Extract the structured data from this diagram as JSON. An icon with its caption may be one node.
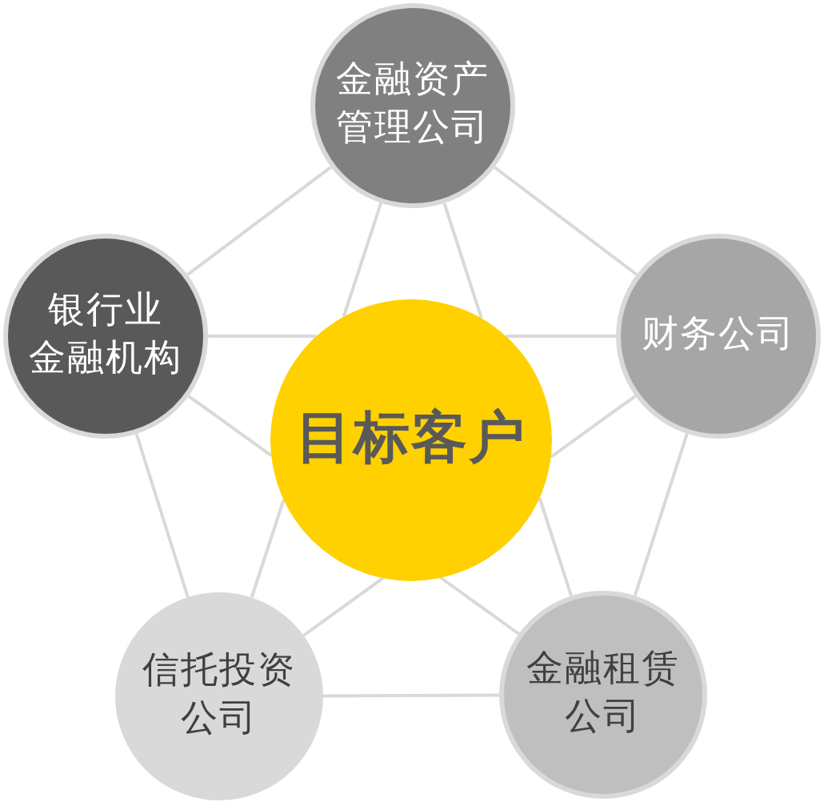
{
  "diagram": {
    "nodes": [
      {
        "text": [
          "金融资产管理公司"
        ]
      },
      {
        "text": [
          "银行业金融机构"
        ]
      },
      {
        "text": [
          "财务公司"
        ]
      },
      {
        "text": [
          "目标客户"
        ]
      },
      {
        "text": [
          "信托投资公司"
        ]
      },
      {
        "text": [
          "金融租赁公司"
        ]
      }
    ],
    "edges": [
      {
        "from": 0,
        "to": 1,
        "arrow": "none"
      },
      {
        "from": 0,
        "to": 2,
        "arrow": "none"
      },
      {
        "from": 0,
        "to": 3,
        "arrow": "none"
      },
      {
        "from": 0,
        "to": 3,
        "arrow": "none"
      },
      {
        "from": 1,
        "to": 3,
        "arrow": "none"
      },
      {
        "from": 1,
        "to": 4,
        "arrow": "none"
      },
      {
        "from": 1,
        "to": 3,
        "arrow": "none"
      },
      {
        "from": 2,
        "to": 3,
        "arrow": "none"
      },
      {
        "from": 2,
        "to": 3,
        "arrow": "none"
      },
      {
        "from": 2,
        "to": 5,
        "arrow": "none"
      },
      {
        "from": 4,
        "to": 3,
        "arrow": "none"
      },
      {
        "from": 4,
        "to": 3,
        "arrow": "none"
      },
      {
        "from": 4,
        "to": 5,
        "arrow": "none"
      },
      {
        "from": 5,
        "to": 3,
        "arrow": "none"
      },
      {
        "from": 5,
        "to": 3,
        "arrow": "none"
      }
    ]
  }
}
